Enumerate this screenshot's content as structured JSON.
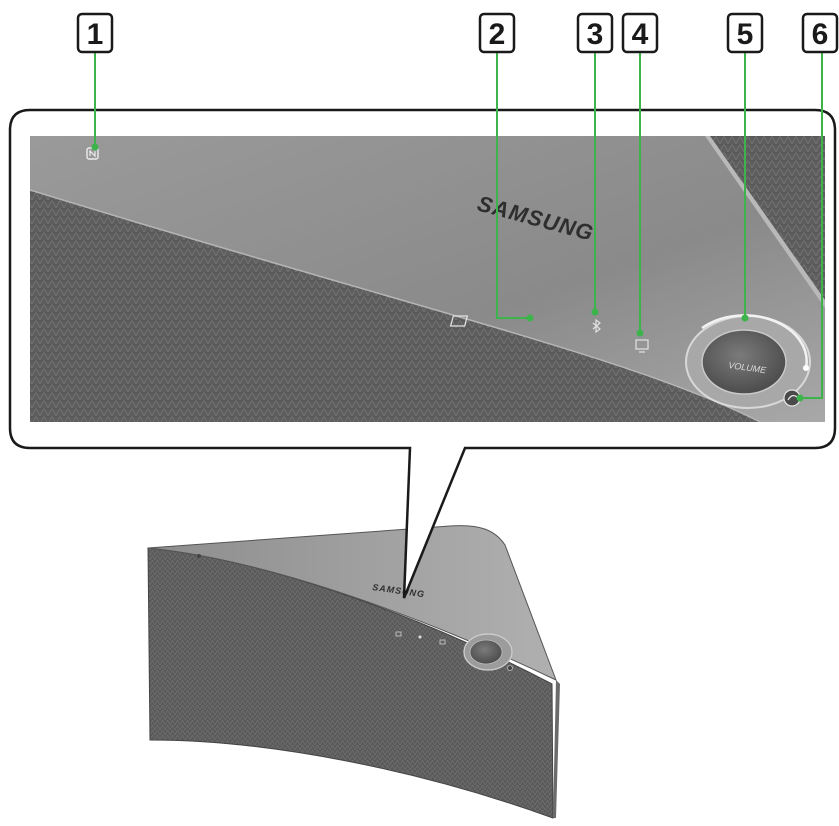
{
  "brand": "SAMSUNG",
  "volume_label": "VOLUME",
  "callouts": [
    "1",
    "2",
    "3",
    "4",
    "5",
    "6"
  ],
  "colors": {
    "callout_line": "#3cb44b",
    "speaker_top": "#8f8f8f",
    "speaker_grille": "#5e5e5e",
    "outline": "#1a1a1a"
  },
  "icons": [
    "nfc-icon",
    "source-icon",
    "bluetooth-icon",
    "tv-soundconnect-icon",
    "volume-dial-icon",
    "wifi-setup-icon"
  ]
}
